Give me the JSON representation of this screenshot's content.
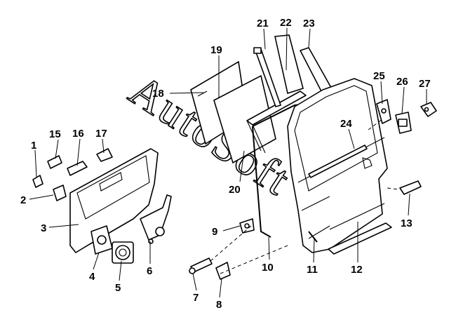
{
  "diagram": {
    "watermark": "AutoSoft",
    "callouts": [
      {
        "id": "1",
        "text": "1"
      },
      {
        "id": "2",
        "text": "2"
      },
      {
        "id": "3",
        "text": "3"
      },
      {
        "id": "4",
        "text": "4"
      },
      {
        "id": "5",
        "text": "5"
      },
      {
        "id": "6",
        "text": "6"
      },
      {
        "id": "7",
        "text": "7"
      },
      {
        "id": "8",
        "text": "8"
      },
      {
        "id": "9",
        "text": "9"
      },
      {
        "id": "10",
        "text": "10"
      },
      {
        "id": "11",
        "text": "11"
      },
      {
        "id": "12",
        "text": "12"
      },
      {
        "id": "13",
        "text": "13"
      },
      {
        "id": "15",
        "text": "15"
      },
      {
        "id": "16",
        "text": "16"
      },
      {
        "id": "17",
        "text": "17"
      },
      {
        "id": "18",
        "text": "18"
      },
      {
        "id": "19",
        "text": "19"
      },
      {
        "id": "20",
        "text": "20"
      },
      {
        "id": "21",
        "text": "21"
      },
      {
        "id": "22",
        "text": "22"
      },
      {
        "id": "23",
        "text": "23"
      },
      {
        "id": "24",
        "text": "24"
      },
      {
        "id": "25",
        "text": "25"
      },
      {
        "id": "26",
        "text": "26"
      },
      {
        "id": "27",
        "text": "27"
      }
    ]
  }
}
